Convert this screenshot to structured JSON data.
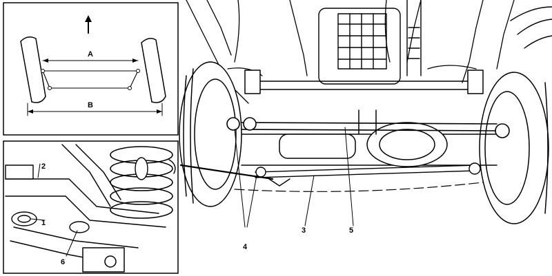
{
  "inset_top": {
    "dimension_a": "A",
    "dimension_b": "B"
  },
  "callouts": {
    "c1": "1",
    "c2": "2",
    "c3": "3",
    "c4": "4",
    "c5": "5",
    "c6": "6"
  },
  "icons": [
    "forward-direction-arrow-icon"
  ]
}
